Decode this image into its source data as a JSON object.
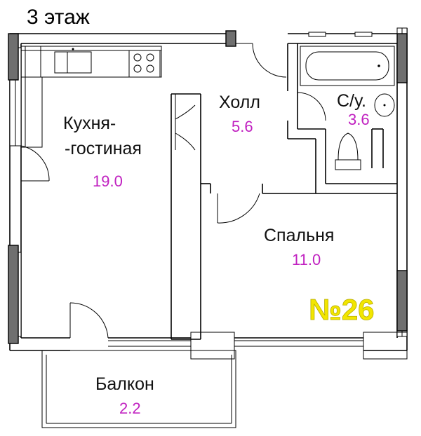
{
  "floor_label": "3 этаж",
  "apartment_number": "№26",
  "rooms": {
    "kitchen": {
      "name_line1": "Кухня-",
      "name_line2": "-гостиная",
      "area": "19.0"
    },
    "hall": {
      "name": "Холл",
      "area": "5.6"
    },
    "bathroom": {
      "name": "С/у.",
      "area": "3.6"
    },
    "bedroom": {
      "name": "Спальня",
      "area": "11.0"
    },
    "balcony": {
      "name": "Балкон",
      "area": "2.2"
    }
  },
  "colors": {
    "area_text": "#c020c0",
    "apartment_number": "#f2e600",
    "wall_pier": "#6f6f6f"
  }
}
